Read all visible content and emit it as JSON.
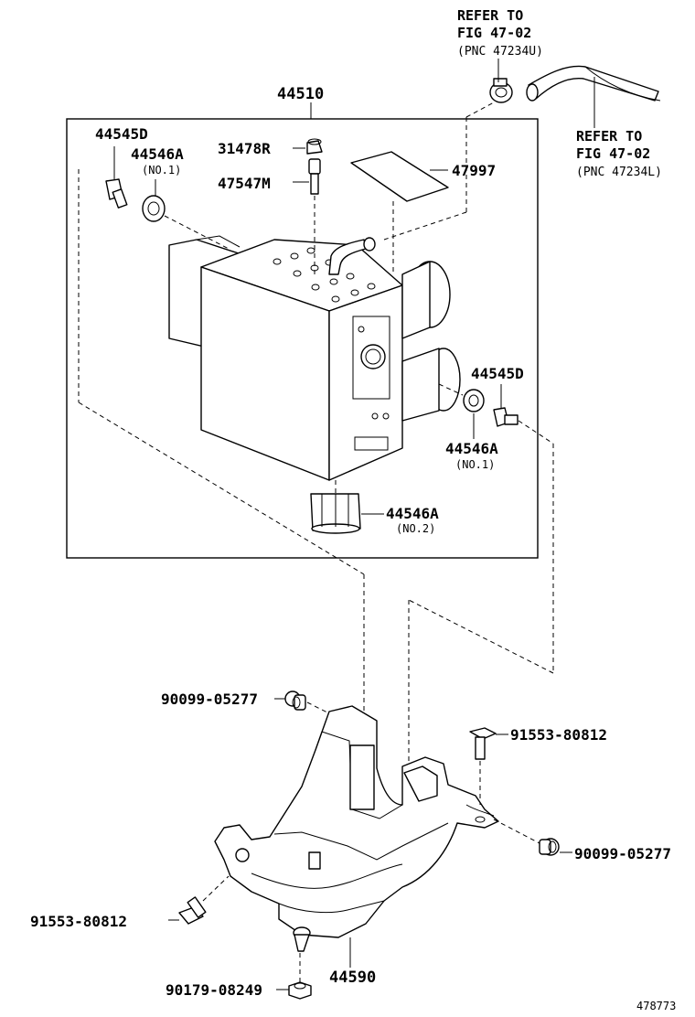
{
  "assembly": {
    "part_number": "44510",
    "box_parts": [
      {
        "part": "44545D"
      },
      {
        "part": "44546A",
        "note": "(NO.1)"
      },
      {
        "part": "31478R"
      },
      {
        "part": "47547M"
      },
      {
        "part": "47997"
      },
      {
        "part": "44545D"
      },
      {
        "part": "44546A",
        "note": "(NO.1)"
      },
      {
        "part": "44546A",
        "note": "(NO.2)"
      }
    ]
  },
  "references": [
    {
      "line1": "REFER TO",
      "line2": "FIG 47-02",
      "line3": "(PNC 47234U)"
    },
    {
      "line1": "REFER TO",
      "line2": "FIG 47-02",
      "line3": "(PNC 47234L)"
    }
  ],
  "bracket_parts": [
    {
      "part": "90099-05277"
    },
    {
      "part": "91553-80812"
    },
    {
      "part": "90099-05277"
    },
    {
      "part": "91553-80812"
    },
    {
      "part": "44590"
    },
    {
      "part": "90179-08249"
    }
  ],
  "figure_id": "478773"
}
